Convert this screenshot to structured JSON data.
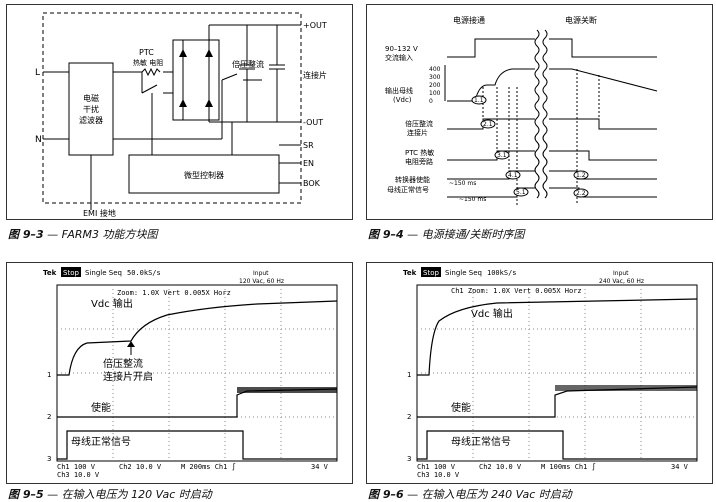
{
  "fig93": {
    "caption_num": "图 9–3",
    "caption_text": "— FARM3 功能方块图",
    "labels": {
      "L": "L",
      "N": "N",
      "out_pos": "+OUT",
      "out_neg": "-OUT",
      "sr": "SR",
      "en": "EN",
      "bok": "BOK",
      "ptc1": "PTC",
      "ptc2": "热敏 电阻",
      "emi1": "电磁",
      "emi2": "干扰",
      "emi3": "滤波器",
      "micro": "微型控制器",
      "doubler1": "倍压整流",
      "doubler2": "连接片",
      "emi_ground": "EMI 接地"
    }
  },
  "fig94": {
    "caption_num": "图 9–4",
    "caption_text": "— 电源接通/关断时序图",
    "power_on": "电源接通",
    "power_off": "电源关断",
    "ac_in1": "90–132 V",
    "ac_in2": "交流输入",
    "y400": "400",
    "y300": "300",
    "y200": "200",
    "y100": "100",
    "y0": "0",
    "bus1": "输出母线",
    "bus2": "(Vdc)",
    "dbl1": "倍压整流",
    "dbl2": "连接片",
    "ptc1": "PTC 热敏",
    "ptc2": "电阻旁路",
    "conv": "转换器使能",
    "busok": "母线正常信号",
    "t150a": "~150 ms",
    "t150b": "~150 ms",
    "m1": "1.1",
    "m2": "2.1",
    "m3": "3.1",
    "m4": "4.1",
    "m5": "5.1",
    "m6": "1.2",
    "m7": "2.2"
  },
  "fig95": {
    "caption_num": "图 9–5",
    "caption_text": "— 在输入电压为 120 Vac 时启动",
    "tek": "Tek",
    "stop": "Stop",
    "single_seq": "Single Seq",
    "rate": "50.0kS/s",
    "input1": "Input",
    "input2": "120 Vac, 60 Hz",
    "zoom": "Zoom:  1.0X Vert 0.005X Horz",
    "vdc": "Vdc 输出",
    "doubler1": "倍压整流",
    "doubler2": "连接片开启",
    "enable": "使能",
    "busok": "母线正常信号",
    "ch1": "1",
    "ch2": "2",
    "ch3": "3",
    "b1": "Ch1    100 V",
    "b2": "Ch2   10.0 V",
    "b3": "M 200ms  Ch1 ∫",
    "b4": "34 V",
    "b5": "Ch3   10.0 V"
  },
  "fig96": {
    "caption_num": "图 9–6",
    "caption_text": "— 在输入电压为 240 Vac 时启动",
    "tek": "Tek",
    "stop": "Stop",
    "single_seq": "Single Seq",
    "rate": "100kS/s",
    "input1": "Input",
    "input2": "240 Vac, 60 Hz",
    "zoom": "Ch1 Zoom:  1.0X Vert 0.005X Horz",
    "vdc": "Vdc 输出",
    "enable": "使能",
    "busok": "母线正常信号",
    "ch1": "1",
    "ch2": "2",
    "ch3": "3",
    "b1": "Ch1    100 V",
    "b2": "Ch2   10.0 V",
    "b3": "M 100ms  Ch1 ∫",
    "b4": "34 V",
    "b5": "Ch3   10.0 V"
  }
}
